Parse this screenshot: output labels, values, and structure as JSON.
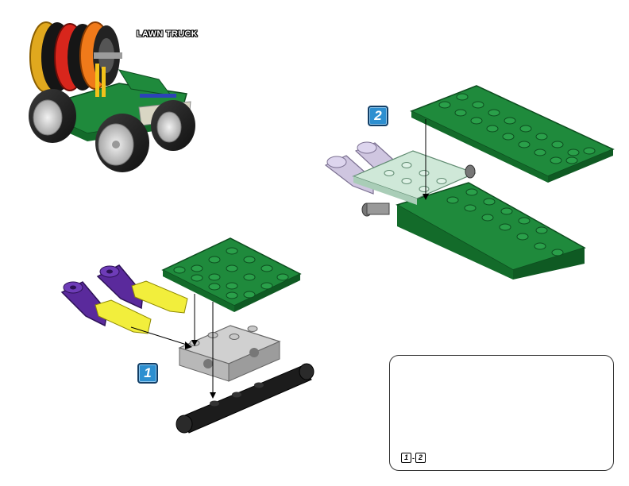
{
  "model": {
    "title": "LAWN TRUCK"
  },
  "steps": {
    "step1_number": "1",
    "step2_number": "2"
  },
  "summary": {
    "from_step": "1",
    "separator": "-",
    "to_step": "2"
  },
  "colors": {
    "green_plate": "#1f8a3c",
    "green_dark": "#136b2a",
    "gray_brick": "#b8b8b8",
    "black_axle": "#1c1c1c",
    "purple_connector": "#5a2a9c",
    "yellow_pin": "#f2ee3c",
    "light_gray_connector": "#cfc6e0",
    "badge_blue": "#2d8fd0"
  }
}
